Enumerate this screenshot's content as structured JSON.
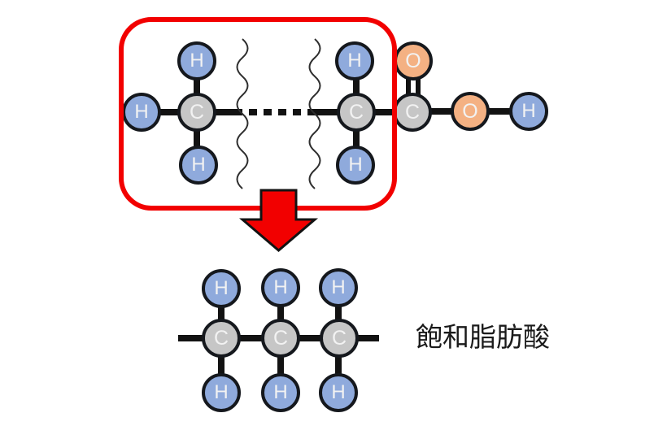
{
  "caption": "飽和脂肪酸",
  "atoms": {
    "carbon": "C",
    "hydrogen": "H",
    "oxygen": "O"
  },
  "colors": {
    "background": "#ffffff",
    "carbon-fill": "#c6c6c6",
    "hydrogen-fill": "#8faadc",
    "oxygen-fill": "#f4b183",
    "atom-outline": "#15181d",
    "atom-text": "#f2f2f2",
    "bond": "#121212",
    "squiggle": "#2e2e2e",
    "highlight": "#f20000",
    "caption-text": "#1a1a1a"
  }
}
